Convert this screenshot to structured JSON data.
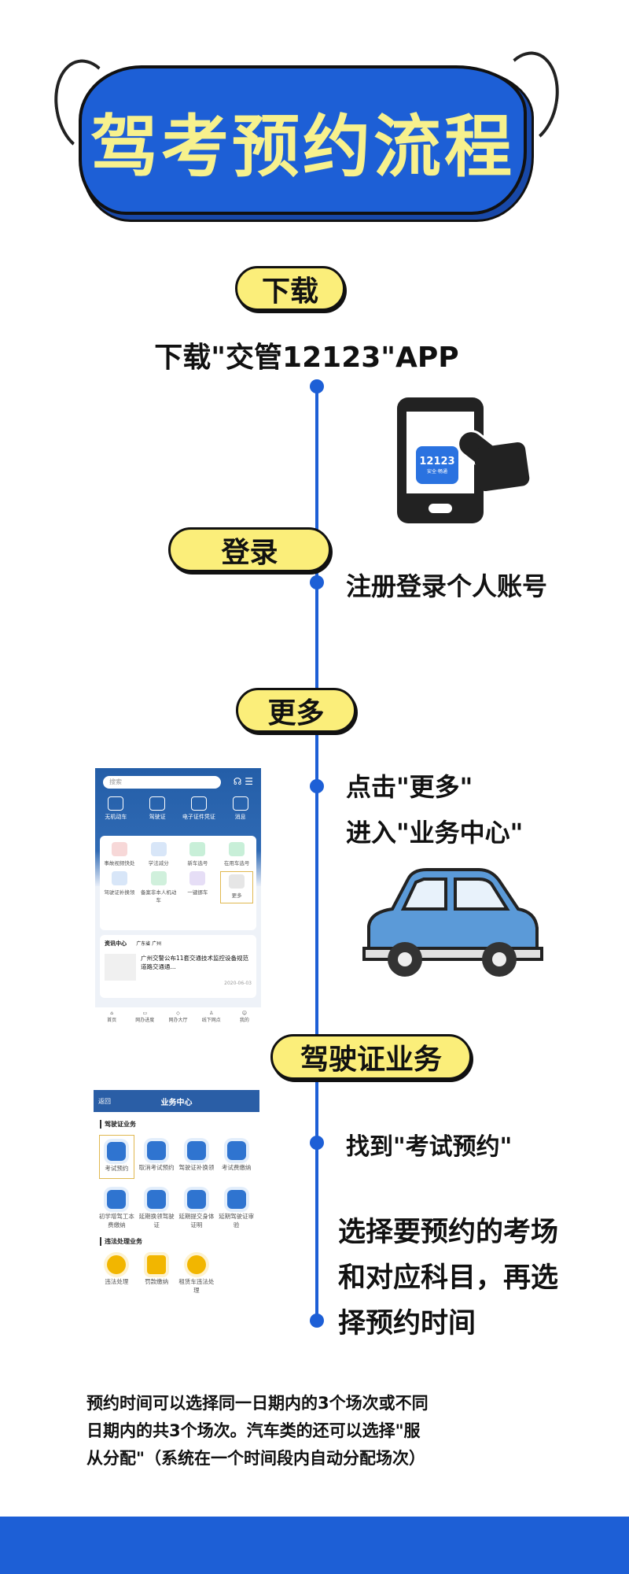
{
  "title": "驾考预约流程",
  "steps": [
    {
      "pill": "下载",
      "text": "下载\"交管12123\"APP"
    },
    {
      "pill": "登录",
      "text": "注册登录个人账号"
    },
    {
      "pill": "更多",
      "lines": [
        "点击\"更多\"",
        "进入\"业务中心\""
      ]
    },
    {
      "pill": "驾驶证业务",
      "text": "找到\"考试预约\"",
      "detail": [
        "选择要预约的考场",
        "和对应科目，再选",
        "择预约时间"
      ]
    }
  ],
  "app_icon": {
    "number": "12123",
    "slogan": "安全·畅通"
  },
  "note": [
    "预约时间可以选择同一日期内的3个场次或不同",
    "日期内的共3个场次。汽车类的还可以选择\"服",
    "从分配\"（系统在一个时间段内自动分配场次）"
  ],
  "shot1": {
    "search_placeholder": "搜索",
    "top_items": [
      "无机动车",
      "驾驶证",
      "电子证件凭证",
      "消息"
    ],
    "grid": [
      "事故视频快处",
      "学法减分",
      "新车选号",
      "在用车选号",
      "驾驶证补换领",
      "备案非本人机动车",
      "一键挪车",
      "更多"
    ],
    "news_title": "资讯中心",
    "news_region": "广东省 广州",
    "news_text": "广州交警公布11套交通技术监控设备规范道路交通通...",
    "news_date": "2020-06-03",
    "tabs": [
      "首页",
      "网办进度",
      "网办大厅",
      "线下网点",
      "我的"
    ]
  },
  "shot2": {
    "back": "返回",
    "title": "业务中心",
    "section1": "驾驶证业务",
    "items1": [
      "考试预约",
      "取消考试预约",
      "驾驶证补换领",
      "考试费缴纳",
      "初学增驾工本费缴纳",
      "延期换领驾驶证",
      "延期提交身体证明",
      "延期驾驶证审验"
    ],
    "section2": "违法处理业务",
    "items2": [
      "违法处理",
      "罚款缴纳",
      "租赁车违法处理"
    ]
  },
  "colors": {
    "blue": "#1d5fd6",
    "yellow": "#fbee7a",
    "title_yellow": "#f7f18d"
  }
}
